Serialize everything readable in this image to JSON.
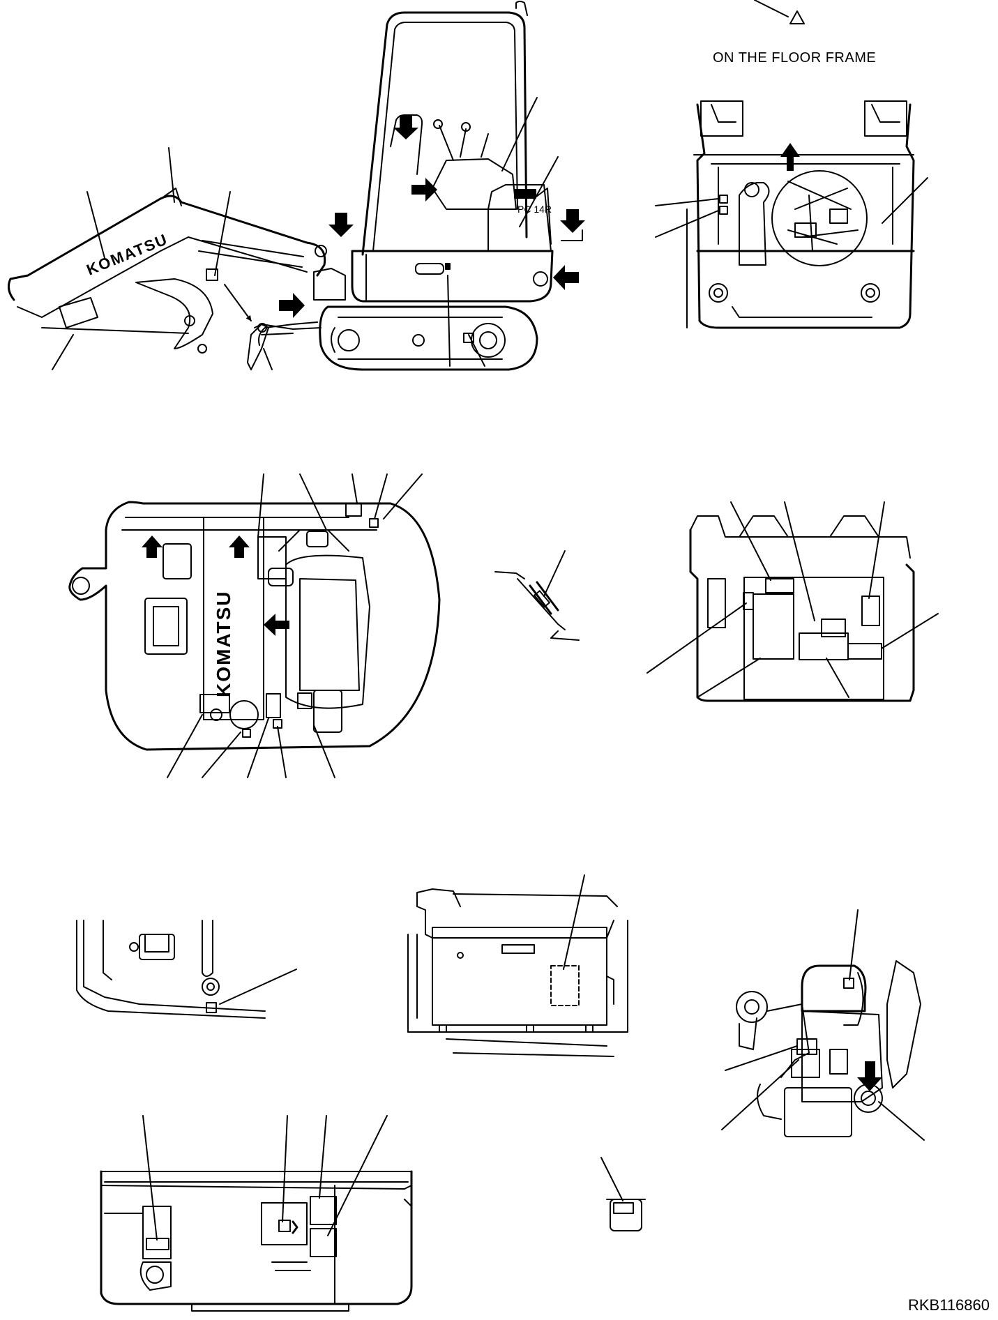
{
  "labels": {
    "floor_frame": "ON THE FLOOR FRAME",
    "drawing_number": "RKB116860",
    "boom_brand": "KOMATSU",
    "engine_hood_brand": "KOMATSU",
    "model_badge": "PC 14R"
  },
  "colors": {
    "line": "#000000",
    "background": "#ffffff"
  }
}
